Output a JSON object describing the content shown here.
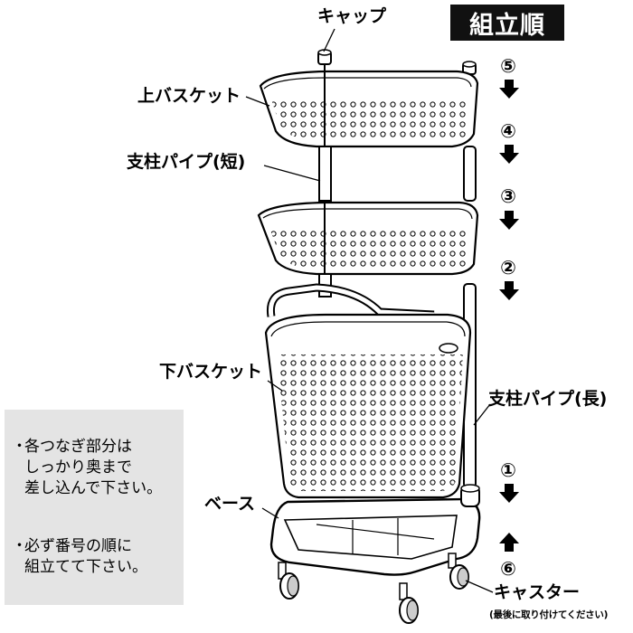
{
  "title": "組立順",
  "labels": {
    "cap": "キャップ",
    "upper_basket": "上バスケット",
    "pole_short": "支柱パイプ(短)",
    "lower_basket": "下バスケット",
    "pole_long": "支柱パイプ(長)",
    "base": "ベース",
    "caster": "キャスター",
    "caster_note": "(最後に取り付けてください)"
  },
  "steps": [
    "⑤",
    "④",
    "③",
    "②",
    "①",
    "⑥"
  ],
  "notes": [
    {
      "bullet": "・",
      "text": "各つなぎ部分は\nしっかり奥まで\n差し込んで下さい。"
    },
    {
      "bullet": "・",
      "text": "必ず番号の順に\n組立てて下さい。"
    }
  ],
  "colors": {
    "note_bg": "#e4e4e4",
    "title_bg": "#111111",
    "ink": "#000000"
  }
}
